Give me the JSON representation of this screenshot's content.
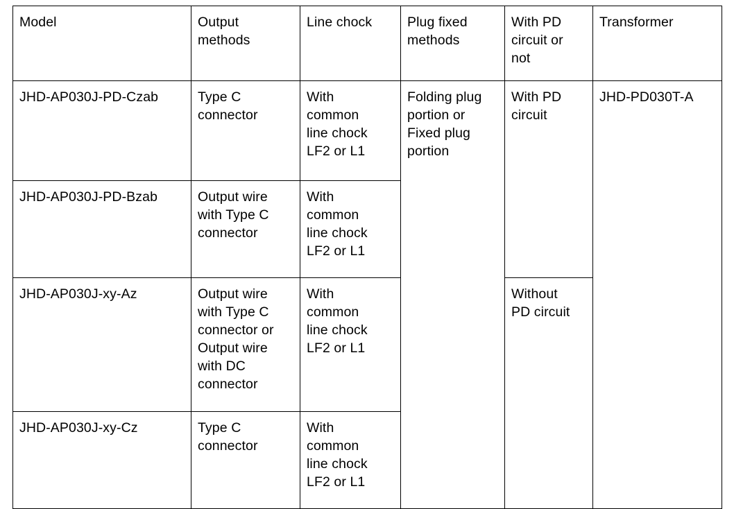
{
  "table": {
    "caption": "",
    "columns": [
      {
        "key": "model",
        "label": "Model"
      },
      {
        "key": "output",
        "label": "Output\nmethods"
      },
      {
        "key": "chock",
        "label": "Line chock"
      },
      {
        "key": "plug",
        "label": "Plug fixed\nmethods"
      },
      {
        "key": "pd",
        "label": "With PD\ncircuit or\nnot"
      },
      {
        "key": "transformer",
        "label": "Transformer"
      }
    ],
    "rows": [
      {
        "model": "JHD-AP030J-PD-Czab",
        "output": "Type C\nconnector",
        "chock": "With\ncommon\nline chock\nLF2 or L1",
        "plug": "Folding plug\nportion or\nFixed plug\nportion",
        "pd": "With PD\ncircuit",
        "transformer": "JHD-PD030T-A"
      },
      {
        "model": "JHD-AP030J-PD-Bzab",
        "output": "Output wire\nwith Type C\nconnector",
        "chock": "With\ncommon\nline chock\nLF2 or L1"
      },
      {
        "model": "JHD-AP030J-xy-Az",
        "output": "Output wire\nwith Type C\nconnector or\nOutput wire\nwith DC\nconnector",
        "chock": "With\ncommon\nline chock\nLF2 or L1",
        "pd": "Without\nPD circuit"
      },
      {
        "model": "JHD-AP030J-xy-Cz",
        "output": "Type C\nconnector",
        "chock": "With\ncommon\nline chock\nLF2 or L1"
      }
    ]
  },
  "style": {
    "border_color": "#000000",
    "text_color": "#000000",
    "background": "#ffffff"
  }
}
